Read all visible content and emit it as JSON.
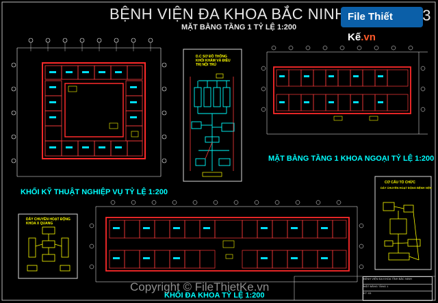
{
  "header": {
    "title": "BỆNH VIỆN ĐA KHOA BẮC NINH",
    "subtitle": "MẶT BẰNG TẦNG 1 TỶ LỆ 1:200",
    "sheet_number": "03"
  },
  "logo": {
    "text": "File Thiết Kế",
    "suffix": ".vn"
  },
  "plans": {
    "left_title": "KHỐI KỸ THUẬT NGHIỆP VỤ TỶ LỆ 1:200",
    "right_title": "MẶT BẰNG TẦNG 1 KHOA NGOẠI TỶ LỆ 1:200",
    "bottom_title": "KHỐI ĐA KHOA TỶ LỆ 1:200"
  },
  "diagrams": {
    "center_title": "D.C SƠ ĐỒ THÔNG KHỐI KHÁM VÀ ĐIỀU TRỊ NỘI TRÚ",
    "left_title": "DÂY CHUYỀN HOẠT ĐỘNG KHOA X QUANG",
    "right_title_1": "CƠ CẤU TỔ CHỨC",
    "right_title_2": "DÂY CHUYỀN HOẠT ĐỘNG BỆNH VIỆN"
  },
  "title_block": {
    "rows": [
      "BỆNH VIỆN ĐA KHOA TỈNH BẮC NINH",
      "MẶT BẰNG TẦNG 1",
      "KT: 03"
    ]
  },
  "watermark": "Copyright © FileThietKe.vn",
  "colors": {
    "background": "#000000",
    "plan_lines": "#ff2a2a",
    "dimension": "#ffffff",
    "diagram": "#00ffff",
    "label_yellow": "#ffff00",
    "badge_blue": "#0b5fa8"
  }
}
